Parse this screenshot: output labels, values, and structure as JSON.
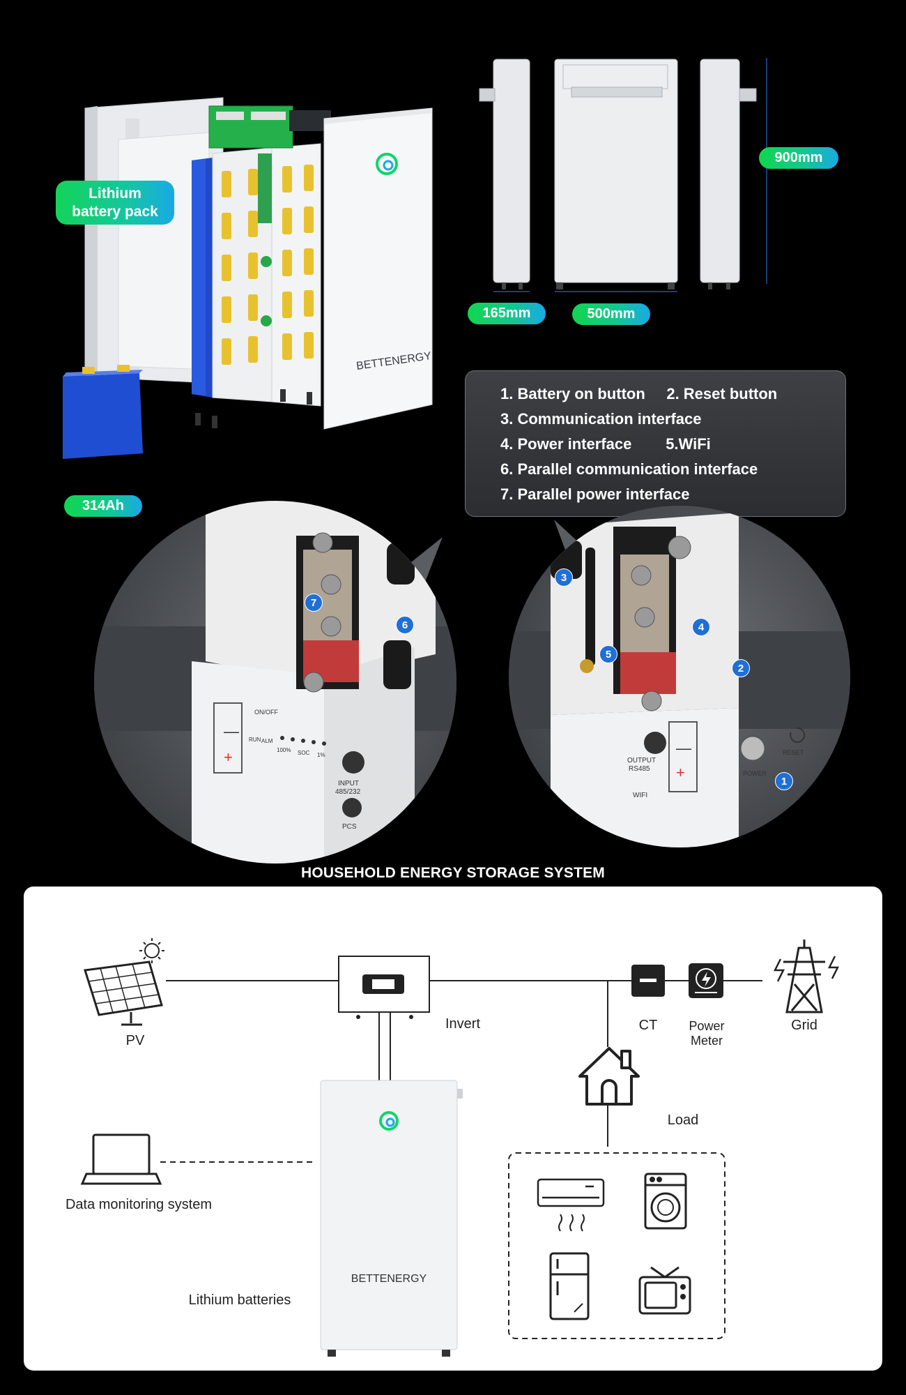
{
  "top_section": {
    "battery_pack_label": "Lithium\nbattery pack",
    "cell_capacity": "314Ah",
    "brand": "BETTENERGY",
    "dimensions": {
      "height": "900mm",
      "depth": "165mm",
      "width": "500mm"
    }
  },
  "interfaces": {
    "lines": [
      "1. Battery on button     2. Reset button",
      "3. Communication interface",
      "4. Power interface        5.WiFi",
      "6. Parallel communication interface",
      "7. Parallel power interface"
    ]
  },
  "closeups": {
    "left": {
      "markers": [
        "7",
        "6"
      ],
      "panel_text": {
        "onoff": "ON/OFF",
        "run": "RUN",
        "alm": "ALM",
        "soc_100": "100%",
        "soc": "SOC",
        "soc_1": "1%",
        "input": "INPUT",
        "input_sub": "485/232",
        "pcs": "PCS"
      }
    },
    "right": {
      "markers": [
        "3",
        "4",
        "5",
        "2",
        "1"
      ],
      "panel_text": {
        "output": "OUTPUT",
        "rs485": "RS485",
        "wifi": "WIFI",
        "power": "POWER",
        "reset": "RESET"
      }
    }
  },
  "diagram": {
    "title": "HOUSEHOLD ENERGY STORAGE SYSTEM",
    "labels": {
      "pv": "PV",
      "invert": "Invert",
      "ct": "CT",
      "power_meter": "Power\nMeter",
      "grid": "Grid",
      "load": "Load",
      "data_monitoring": "Data monitoring system",
      "lithium_batteries": "Lithium batteries",
      "battery_brand": "BETTENERGY"
    },
    "icons": [
      "solar-panel-icon",
      "sun-icon",
      "inverter-icon",
      "ct-icon",
      "power-meter-icon",
      "pylon-icon",
      "house-icon",
      "laptop-icon",
      "air-conditioner-icon",
      "washing-machine-icon",
      "refrigerator-icon",
      "television-icon"
    ],
    "colors": {
      "accent_green": "#12d46a",
      "accent_blue": "#1aa9e6",
      "marker_blue": "#1f6fd6"
    }
  }
}
